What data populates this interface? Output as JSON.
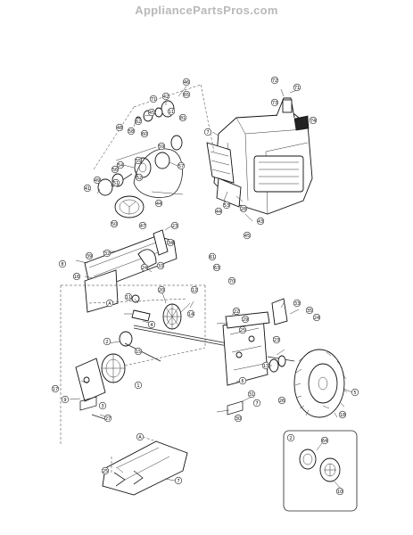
{
  "site_watermark": "AppliancePartsPros.com",
  "callouts": [
    {
      "key": "c01",
      "label": "46"
    },
    {
      "key": "c02",
      "label": "42"
    },
    {
      "key": "c03",
      "label": "71"
    },
    {
      "key": "c04",
      "label": "65"
    },
    {
      "key": "c05",
      "label": "11"
    },
    {
      "key": "c06",
      "label": "45"
    },
    {
      "key": "c07",
      "label": "81"
    },
    {
      "key": "c08",
      "label": "62"
    },
    {
      "key": "c09",
      "label": "48"
    },
    {
      "key": "c10",
      "label": "58"
    },
    {
      "key": "c11",
      "label": "60"
    },
    {
      "key": "c12",
      "label": "59"
    },
    {
      "key": "c13",
      "label": "55"
    },
    {
      "key": "c14",
      "label": "54"
    },
    {
      "key": "c15",
      "label": "57"
    },
    {
      "key": "c16",
      "label": "56"
    },
    {
      "key": "c17",
      "label": "52"
    },
    {
      "key": "c18",
      "label": "51"
    },
    {
      "key": "c19",
      "label": "41"
    },
    {
      "key": "c20",
      "label": "49"
    },
    {
      "key": "c21",
      "label": "50"
    },
    {
      "key": "c22",
      "label": "44"
    },
    {
      "key": "c23",
      "label": "47"
    },
    {
      "key": "c24",
      "label": "7"
    },
    {
      "key": "c25",
      "label": "72"
    },
    {
      "key": "c26",
      "label": "73"
    },
    {
      "key": "c27",
      "label": "71"
    },
    {
      "key": "c28",
      "label": "74"
    },
    {
      "key": "c29",
      "label": "44"
    },
    {
      "key": "c30",
      "label": "53"
    },
    {
      "key": "c31",
      "label": "43"
    },
    {
      "key": "c32",
      "label": "28"
    },
    {
      "key": "c33",
      "label": "23"
    },
    {
      "key": "c34",
      "label": "32"
    },
    {
      "key": "c35",
      "label": "39"
    },
    {
      "key": "c36",
      "label": "8"
    },
    {
      "key": "c37",
      "label": "33"
    },
    {
      "key": "c38",
      "label": "24"
    },
    {
      "key": "c39",
      "label": "34"
    },
    {
      "key": "c40",
      "label": "16"
    },
    {
      "key": "c41",
      "label": "A"
    },
    {
      "key": "c42",
      "label": "20"
    },
    {
      "key": "c43",
      "label": "11"
    },
    {
      "key": "c44",
      "label": "12"
    },
    {
      "key": "c45",
      "label": "14"
    },
    {
      "key": "c46",
      "label": "4"
    },
    {
      "key": "c47",
      "label": "2"
    },
    {
      "key": "c48",
      "label": "15"
    },
    {
      "key": "c49",
      "label": "22"
    },
    {
      "key": "c50",
      "label": "1"
    },
    {
      "key": "c51",
      "label": "17"
    },
    {
      "key": "c52",
      "label": "9"
    },
    {
      "key": "c53",
      "label": "3"
    },
    {
      "key": "c54",
      "label": "27"
    },
    {
      "key": "c55",
      "label": "45"
    },
    {
      "key": "c56",
      "label": "61"
    },
    {
      "key": "c57",
      "label": "63"
    },
    {
      "key": "c58",
      "label": "70"
    },
    {
      "key": "c59",
      "label": "29"
    },
    {
      "key": "c60",
      "label": "25"
    },
    {
      "key": "c61",
      "label": "33"
    },
    {
      "key": "c62",
      "label": "35"
    },
    {
      "key": "c63",
      "label": "24"
    },
    {
      "key": "c64",
      "label": "23"
    },
    {
      "key": "c65",
      "label": "13"
    },
    {
      "key": "c66",
      "label": "6"
    },
    {
      "key": "c67",
      "label": "31"
    },
    {
      "key": "c68",
      "label": "7"
    },
    {
      "key": "c69",
      "label": "26"
    },
    {
      "key": "c70",
      "label": "5"
    },
    {
      "key": "c71",
      "label": "18"
    },
    {
      "key": "c72",
      "label": "30"
    },
    {
      "key": "c73",
      "label": "A"
    },
    {
      "key": "c74",
      "label": "25"
    },
    {
      "key": "c75",
      "label": "7"
    },
    {
      "key": "c76",
      "label": "2"
    },
    {
      "key": "c77",
      "label": "64"
    },
    {
      "key": "c78",
      "label": "10"
    }
  ]
}
